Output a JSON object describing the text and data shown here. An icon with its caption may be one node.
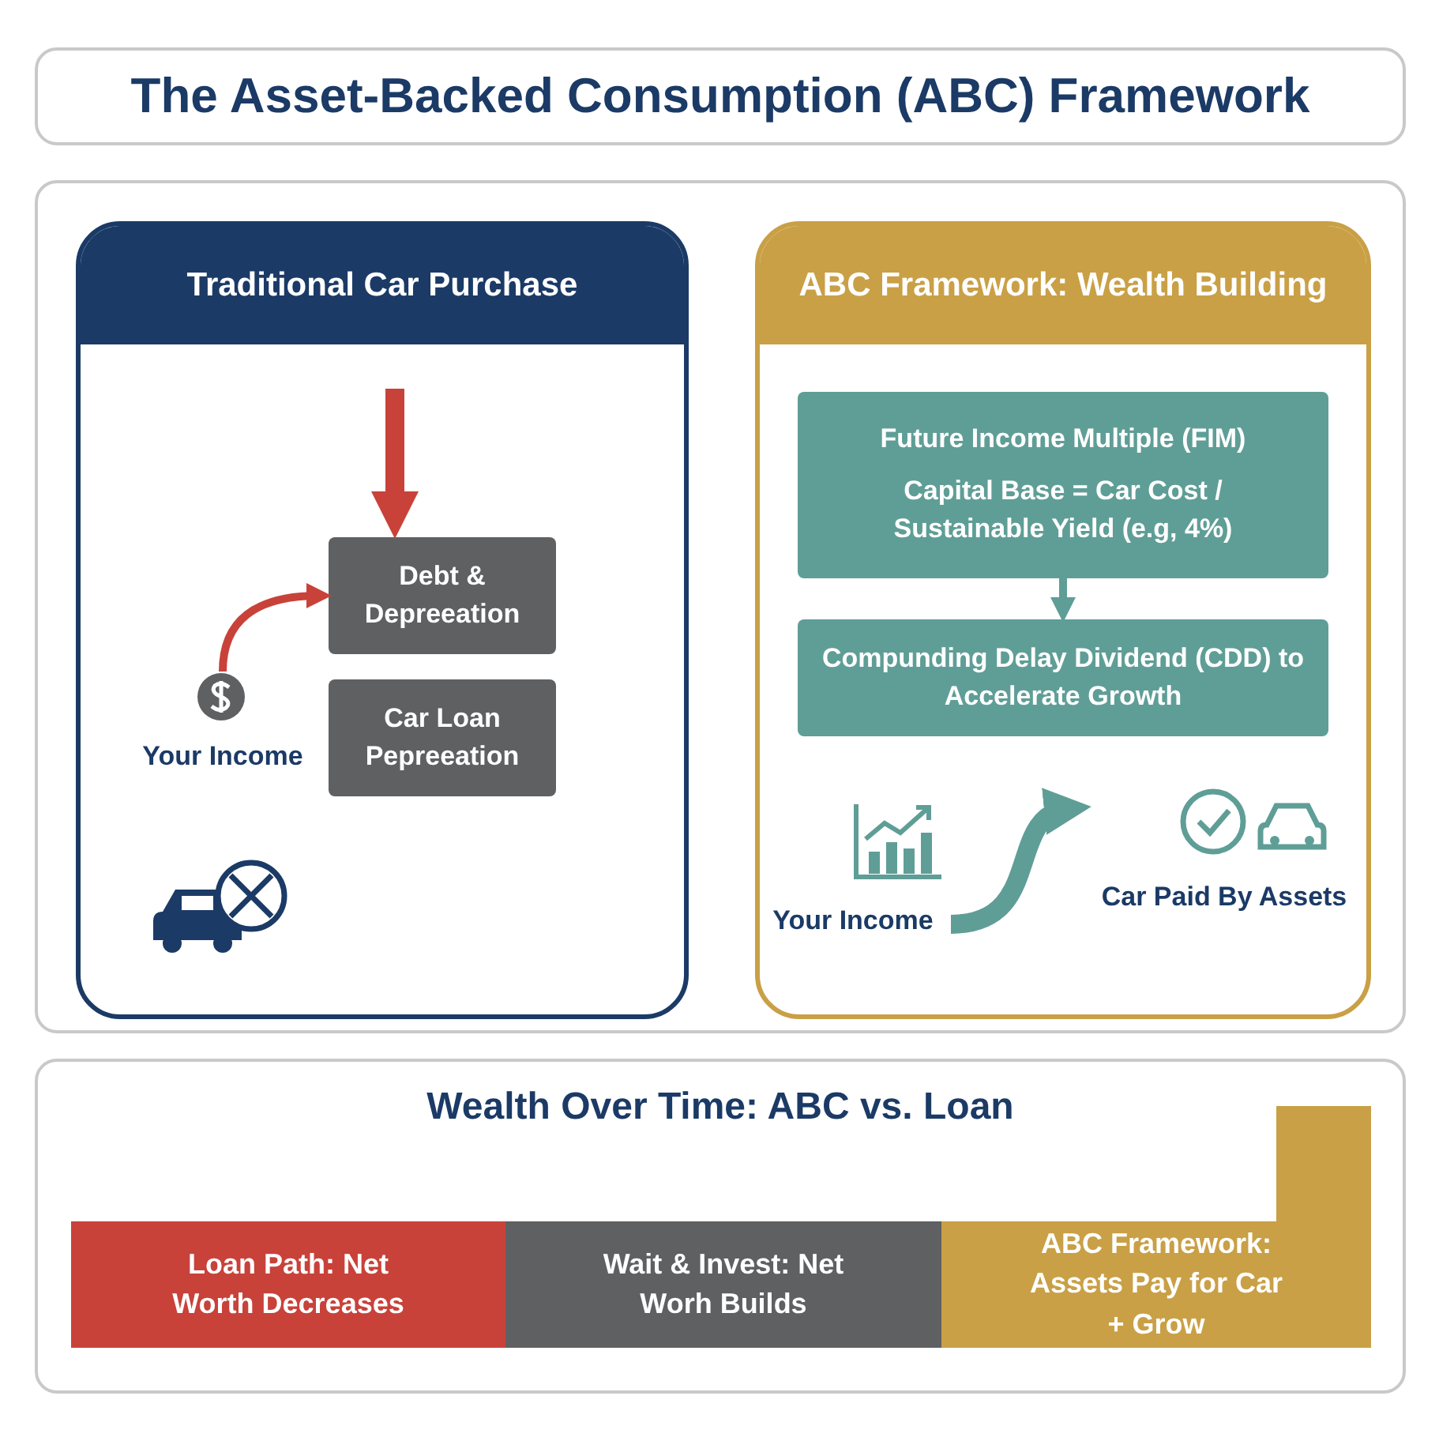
{
  "diagram": {
    "title": "The Asset-Backed Consumption (ABC) Framework",
    "nodes": [
      {
        "text": [
          "Traditional Car Purchase"
        ]
      },
      {
        "text": [
          "Debt & Depreeation"
        ],
        "in": 0
      },
      {
        "text": [
          "Car Loan Pepreeation"
        ],
        "in": 0
      },
      {
        "text": [
          "Your Income"
        ],
        "in": 0
      },
      {
        "text": [
          "ABC Framework: Wealth Building"
        ]
      },
      {
        "text": [
          "Future Income Multiple (FIM)",
          "Capital Base = Car Cost / Sustainable Yield (e.g, 4%)"
        ],
        "in": 4
      },
      {
        "text": [
          "Compunding Delay Dividend (CDD) to Accelerate Growth"
        ],
        "in": 4
      },
      {
        "text": [
          "Your Income"
        ],
        "in": 4
      },
      {
        "text": [
          "Car Paid By Assets"
        ],
        "in": 4
      },
      {
        "text": [
          "Wealth Over Time: ABC vs. Loan"
        ]
      },
      {
        "text": [
          "Loan Path: Net Worth Decreases"
        ],
        "in": 9
      },
      {
        "text": [
          "Wait & Invest: Net Worh Builds"
        ],
        "in": 9
      },
      {
        "text": [
          "ABC Framework: Assets Pay for Car + Grow"
        ],
        "in": 9
      },
      {
        "text": [],
        "shape": "bar",
        "in": 9
      }
    ],
    "edges": [
      {
        "from": null,
        "to": 1,
        "arrow": "to",
        "style": "thick",
        "color": "#c8423a"
      },
      {
        "from": 3,
        "to": 1,
        "arrow": "to",
        "color": "#c8423a"
      },
      {
        "from": 5,
        "to": 6,
        "arrow": "to",
        "color": "#5f9e96"
      },
      {
        "from": 7,
        "to": 8,
        "arrow": "to",
        "style": "thick",
        "color": "#5f9e96"
      }
    ]
  }
}
